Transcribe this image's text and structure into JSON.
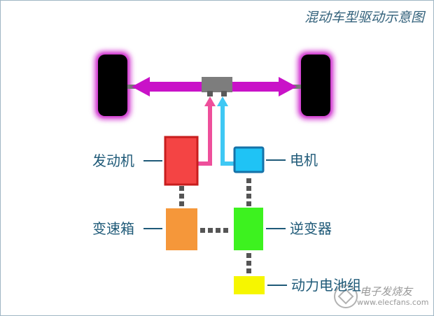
{
  "title": "混动车型驱动示意图",
  "labels": {
    "engine": "发动机",
    "motor": "电机",
    "transmission": "变速箱",
    "inverter": "逆变器",
    "battery": "动力电池组"
  },
  "watermark": {
    "text": "电子发烧友",
    "url": "www.elecfans.com"
  },
  "colors": {
    "engine": "#f44444",
    "motor": "#1fc3f5",
    "transmission": "#f5973a",
    "inverter": "#3df21f",
    "battery": "#f6f600",
    "axle": "#c912c8",
    "engine_link": "#ee4f9b",
    "motor_link": "#3fc8f4",
    "label_text": "#1f5a78"
  }
}
